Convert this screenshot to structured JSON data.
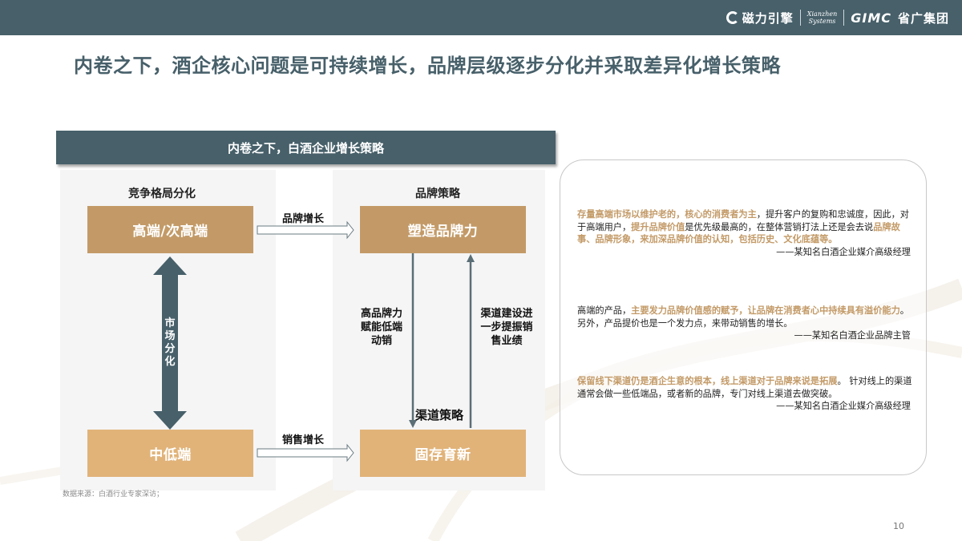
{
  "header": {
    "logos": {
      "cili_name": "磁力引擎",
      "xianzhen_line1": "Xianzhen",
      "xianzhen_line2": "Systems",
      "gimc": "GIMC",
      "shengguang": "省广集团"
    },
    "colors": {
      "topbar": "#47606a"
    }
  },
  "page_title": "内卷之下，酒企核心问题是可持续增长，品牌层级逐步分化并采取差异化增长策略",
  "diagram": {
    "header": "内卷之下，白酒企业增长策略",
    "left_panel": {
      "label": "竞争格局分化",
      "top_box": "高端/次高端",
      "bottom_box": "中低端",
      "vertical_arrow_label": "市场分化"
    },
    "right_panel": {
      "label": "品牌策略",
      "top_box": "塑造品牌力",
      "bottom_box": "固存育新",
      "down_arrow_label": [
        "高品牌力",
        "赋能低端",
        "动销"
      ],
      "up_arrow_label": [
        "渠道建设进",
        "一步提振销",
        "售业绩"
      ],
      "channel_label": "渠道策略"
    },
    "arrows": {
      "top_label": "品牌增长",
      "bottom_label": "销售增长"
    },
    "colors": {
      "dark_gold": "#c39a67",
      "light_gold": "#e1b379",
      "slate": "#47606a"
    },
    "source": "数据来源：白酒行业专家深访；"
  },
  "quotes": [
    {
      "segments": [
        {
          "text": "存量高端市场以维护老的，核心的消费者为主",
          "highlight": true
        },
        {
          "text": "，提升客户的复购和忠诚度，因此，对于高端用户，",
          "highlight": false
        },
        {
          "text": "提升品牌价值",
          "highlight": true
        },
        {
          "text": "是优先级最高的，在整体营销打法上还是会去说",
          "highlight": false
        },
        {
          "text": "品牌故事、品牌形象，来加深品牌价值的认知，包括历史、文化底蕴等。",
          "highlight": true
        }
      ],
      "attribution": "——某知名白酒企业媒介高级经理"
    },
    {
      "segments": [
        {
          "text": "高端的产品，",
          "highlight": false
        },
        {
          "text": "主要发力品牌价值感的赋予，让品牌在消费者心中持续具有溢价能力",
          "highlight": true
        },
        {
          "text": "。另外，产品提价也是一个发力点，来带动销售的增长。",
          "highlight": false
        }
      ],
      "attribution": "——某知名白酒企业品牌主管"
    },
    {
      "segments": [
        {
          "text": "保留线下渠道仍是酒企生意的根本，线上渠道对于品牌来说是拓展",
          "highlight": true
        },
        {
          "text": "。 针对线上的渠道通常会做一些低端品，或者新的品牌，专门对线上渠道去做突破。",
          "highlight": false
        }
      ],
      "attribution": "——某知名白酒企业媒介高级经理"
    }
  ],
  "page_number": "10"
}
